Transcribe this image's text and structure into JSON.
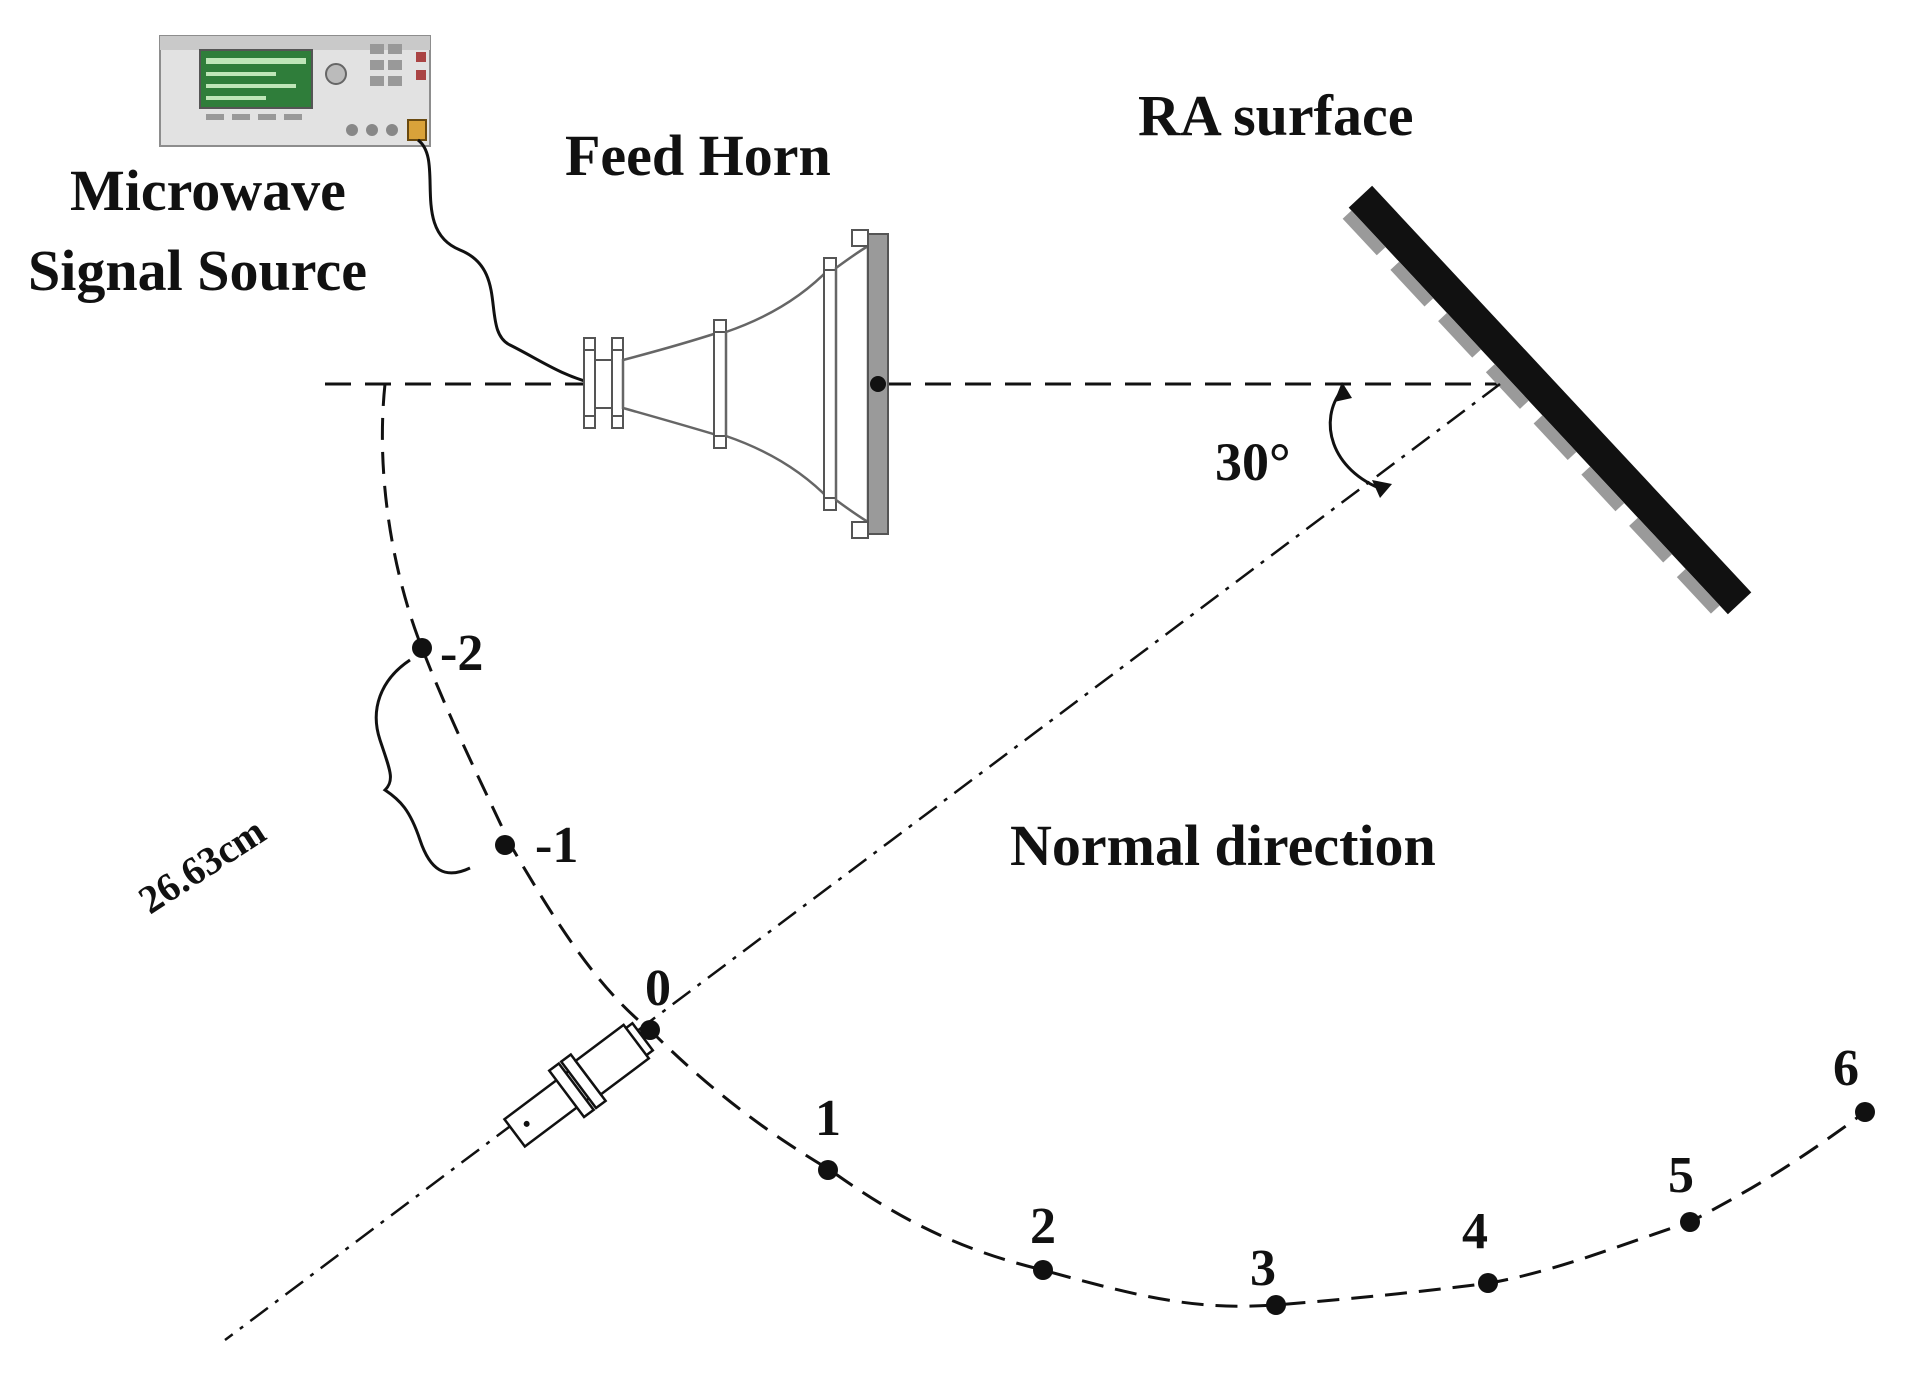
{
  "labels": {
    "source_line1": "Microwave",
    "source_line2": "Signal Source",
    "feed_horn": "Feed Horn",
    "ra_surface": "RA surface",
    "angle": "30°",
    "normal_direction": "Normal direction",
    "distance": "26.63cm"
  },
  "points": [
    {
      "label": "-2",
      "t": 0
    },
    {
      "label": "-1",
      "t": 1
    },
    {
      "label": "0",
      "t": 2
    },
    {
      "label": "1",
      "t": 3
    },
    {
      "label": "2",
      "t": 4
    },
    {
      "label": "3",
      "t": 5
    },
    {
      "label": "4",
      "t": 6
    },
    {
      "label": "5",
      "t": 7
    },
    {
      "label": "6",
      "t": 8
    }
  ],
  "geometry_meta": {
    "incidence_angle_deg": 30,
    "step_cm": 26.63
  },
  "colors": {
    "line": "#111111",
    "flange": "#9a9a9a",
    "device_body": "#dcdcdc",
    "screen": "#2f7d3a"
  }
}
